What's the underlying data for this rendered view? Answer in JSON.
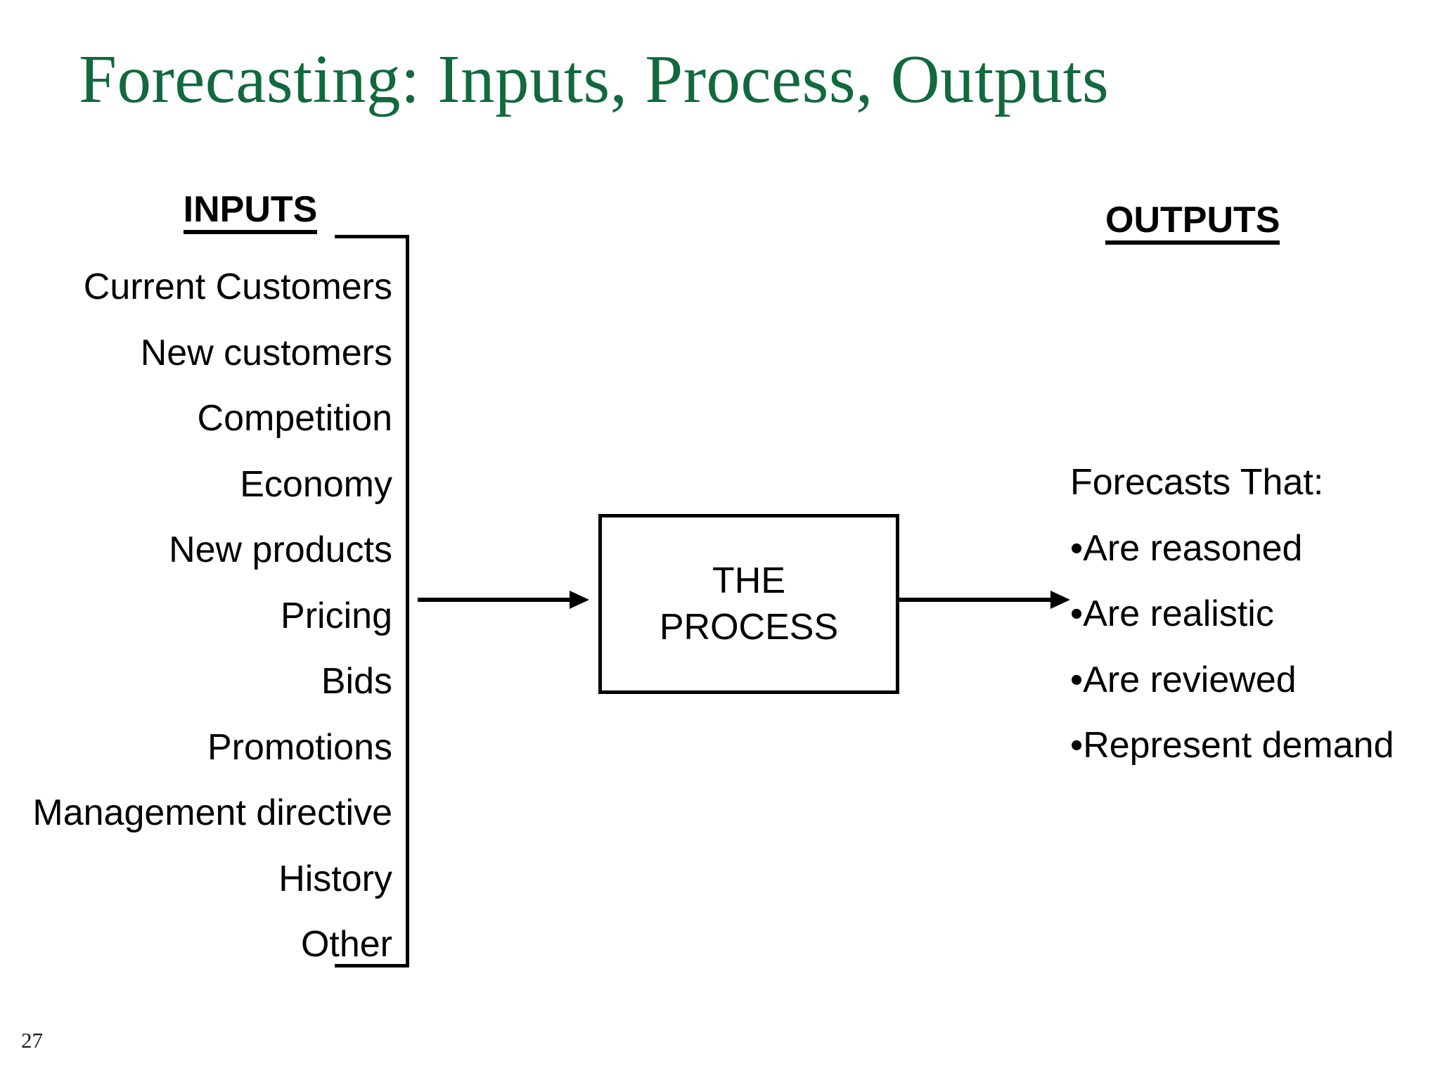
{
  "slide": {
    "title": "Forecasting: Inputs, Process, Outputs",
    "title_color": "#11693d",
    "background_color": "#ffffff",
    "page_number": "27"
  },
  "inputs": {
    "header": "INPUTS",
    "items": [
      "Current Customers",
      "New customers",
      "Competition",
      "Economy",
      "New products",
      "Pricing",
      "Bids",
      "Promotions",
      "Management directive",
      "History",
      "Other"
    ]
  },
  "process": {
    "line1": "THE",
    "line2": "PROCESS"
  },
  "outputs": {
    "header": "OUTPUTS",
    "intro": "Forecasts That:",
    "items": [
      "•Are reasoned",
      "•Are realistic",
      "•Are reviewed",
      "•Represent demand"
    ]
  },
  "flow": {
    "arrow_inputs_to_process": "arrow-right",
    "arrow_process_to_outputs": "arrow-right"
  }
}
